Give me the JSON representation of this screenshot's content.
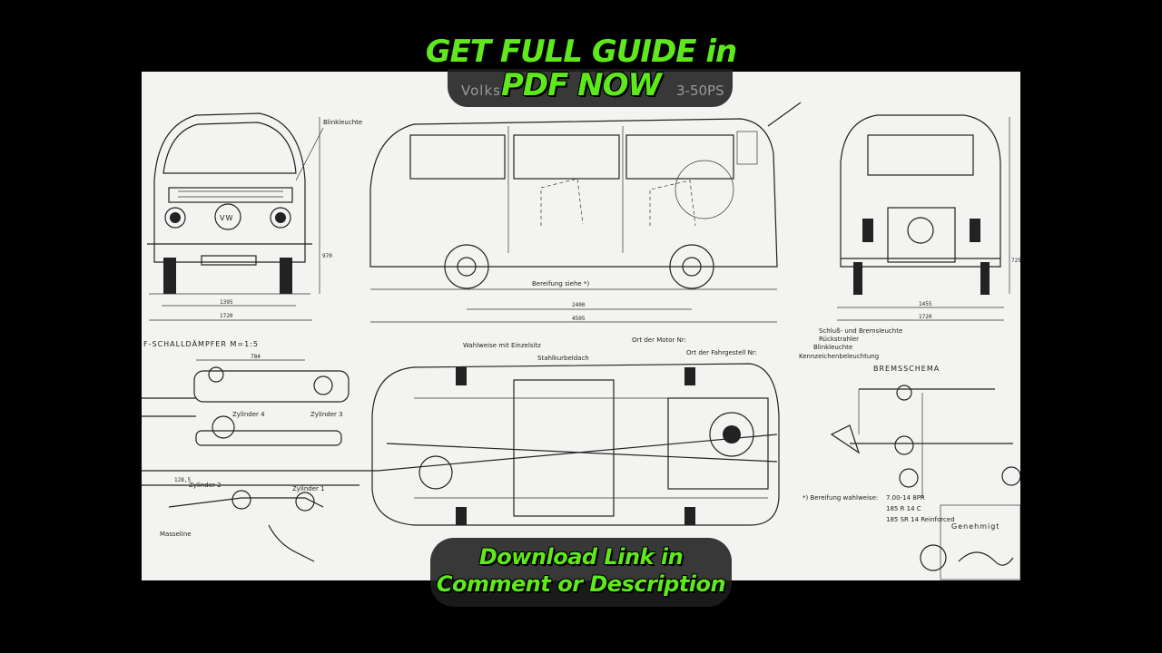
{
  "overlay": {
    "headline_line1": "GET FULL GUIDE in",
    "headline_line2": "PDF NOW",
    "footer_line1": "Download Link in",
    "footer_line2": "Comment or Description",
    "accent_color": "#5fe81c"
  },
  "drawing": {
    "title_left": "Volks",
    "title_right": "3-50PS",
    "labels": {
      "blinkleuchte": "Blinkleuchte",
      "bereifung": "Bereifung siehe *)",
      "schalldampfer": "F-SCHALLDÄMPFER  M=1:5",
      "wahlweise": "Wahlweise mit Einzelsitz",
      "stahlkurbeldach": "Stahlkurbeldach",
      "ort_motor": "Ort der Motor Nr:",
      "ort_fahrgestell": "Ort der Fahrgestell Nr:",
      "kennzeichen": "Kennzeichenbeleuchtung",
      "schluss": "Schluß- und Bremsleuchte",
      "rueckstrahler": "Rückstrahler",
      "blinkleuchte_rear": "Blinkleuchte",
      "bremsschema": "BREMSSCHEMA",
      "zylinder4": "Zylinder 4",
      "zylinder3": "Zylinder 3",
      "zylinder2": "Zylinder 2",
      "zylinder1": "Zylinder 1",
      "masse": "Masseline",
      "bereifung_wahl": "*) Bereifung  wahlweise:",
      "tire1": "7.00-14  8PR",
      "tire2": "185 R 14 C",
      "tire3": "185 SR 14  Reinforced",
      "genehmigt": "Genehmigt"
    },
    "dimensions": {
      "front_width_1": "1395",
      "front_width_2": "1720",
      "front_height": "970",
      "wheelbase": "2400",
      "length": "4505",
      "rear_width_1": "1455",
      "rear_width_2": "1720",
      "rear_height": "725",
      "muffler_len": "784",
      "muffler_w": "128,5"
    }
  }
}
